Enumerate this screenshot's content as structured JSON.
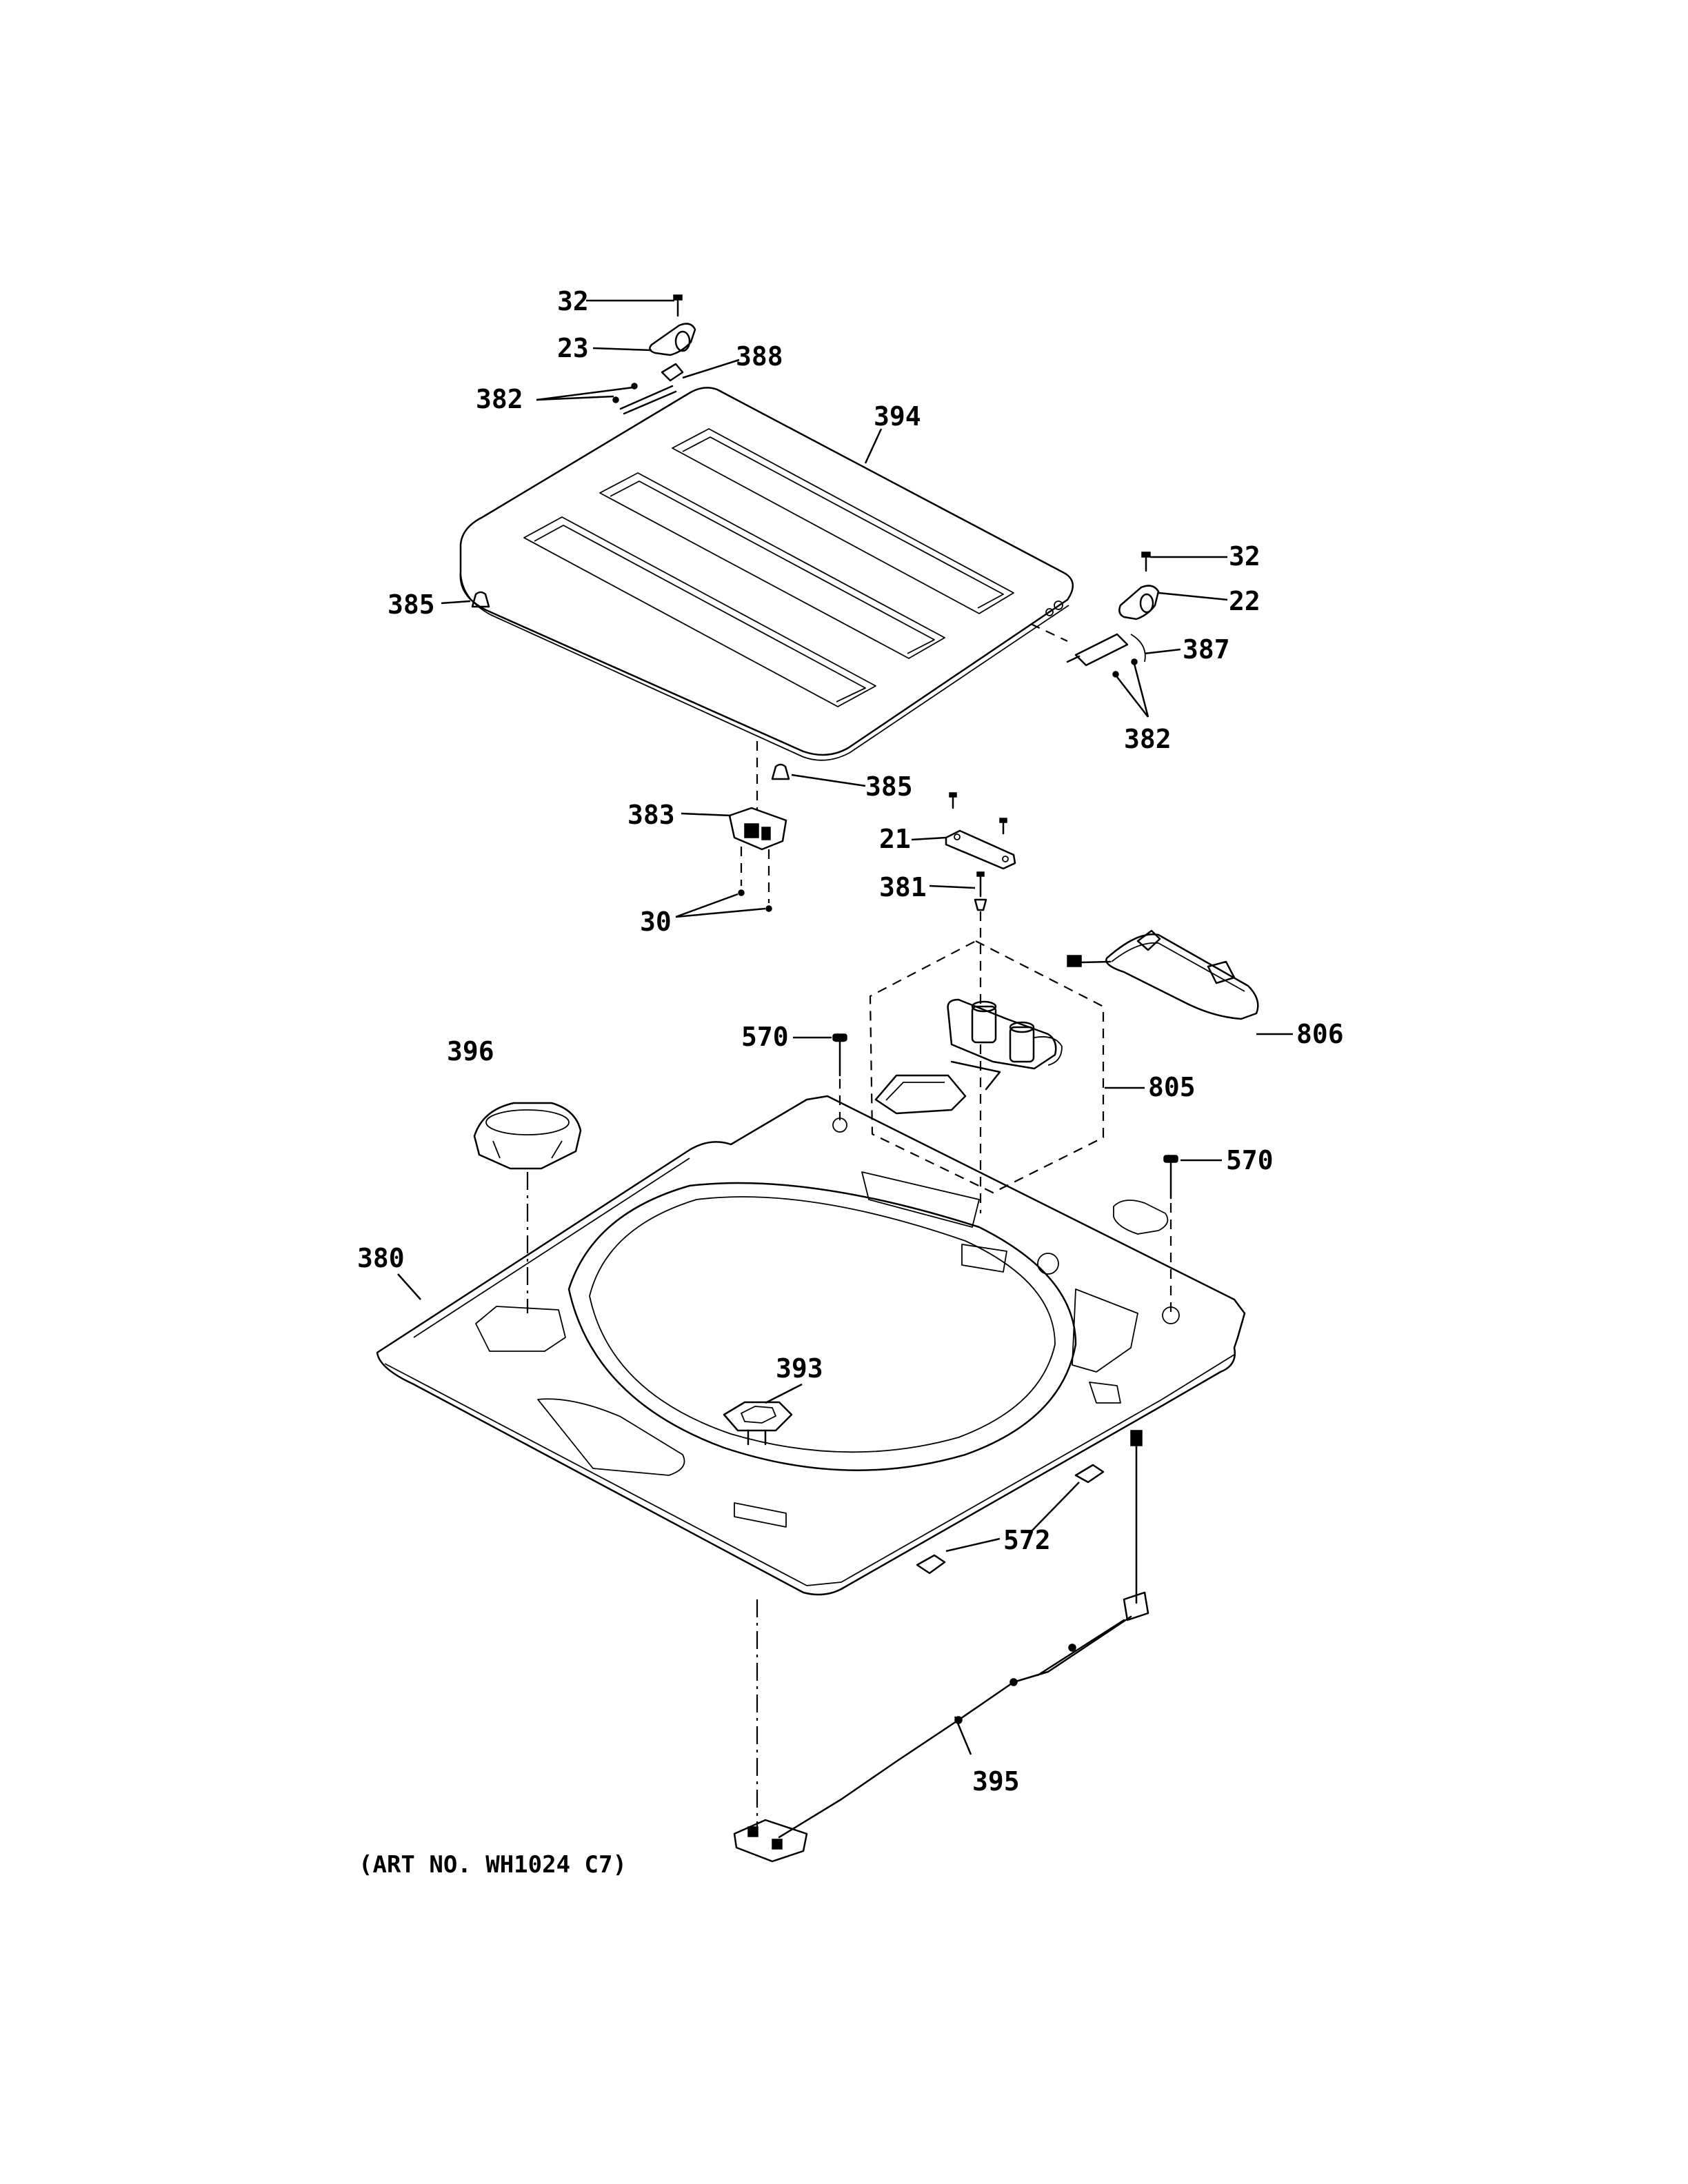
{
  "diagram": {
    "art_number": "(ART NO. WH1024 C7)",
    "callouts": [
      {
        "id": "c-32a",
        "text": "32"
      },
      {
        "id": "c-23",
        "text": "23"
      },
      {
        "id": "c-388",
        "text": "388"
      },
      {
        "id": "c-382a",
        "text": "382"
      },
      {
        "id": "c-394",
        "text": "394"
      },
      {
        "id": "c-32b",
        "text": "32"
      },
      {
        "id": "c-22",
        "text": "22"
      },
      {
        "id": "c-385a",
        "text": "385"
      },
      {
        "id": "c-387",
        "text": "387"
      },
      {
        "id": "c-382b",
        "text": "382"
      },
      {
        "id": "c-385b",
        "text": "385"
      },
      {
        "id": "c-383",
        "text": "383"
      },
      {
        "id": "c-21",
        "text": "21"
      },
      {
        "id": "c-381",
        "text": "381"
      },
      {
        "id": "c-30",
        "text": "30"
      },
      {
        "id": "c-806",
        "text": "806"
      },
      {
        "id": "c-570a",
        "text": "570"
      },
      {
        "id": "c-396",
        "text": "396"
      },
      {
        "id": "c-805",
        "text": "805"
      },
      {
        "id": "c-570b",
        "text": "570"
      },
      {
        "id": "c-380",
        "text": "380"
      },
      {
        "id": "c-393",
        "text": "393"
      },
      {
        "id": "c-572",
        "text": "572"
      },
      {
        "id": "c-395",
        "text": "395"
      }
    ]
  }
}
